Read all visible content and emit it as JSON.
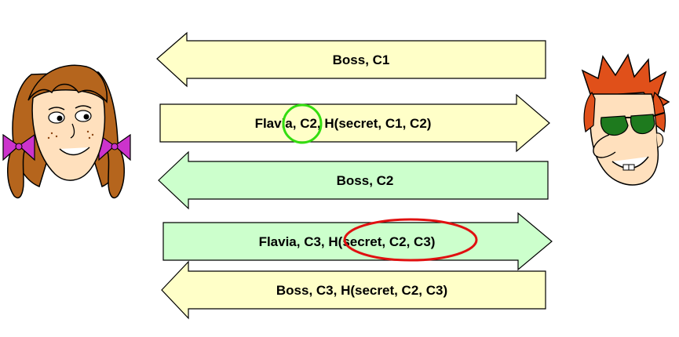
{
  "colors": {
    "yellow": "#ffffc8",
    "green": "#ccffcc",
    "outline": "#000000",
    "highlight_green": "#33dd11",
    "highlight_red": "#e01010"
  },
  "characters": {
    "left": {
      "icon": "girl-face-icon"
    },
    "right": {
      "icon": "boy-face-sunglasses-icon"
    }
  },
  "messages": [
    {
      "label": "Boss, C1",
      "direction": "left",
      "fill": "yellow"
    },
    {
      "label": "Flavia, C2, H(secret, C1, C2)",
      "direction": "right",
      "fill": "yellow"
    },
    {
      "label": "Boss, C2",
      "direction": "left",
      "fill": "green"
    },
    {
      "label": "Flavia, C3, H(secret, C2, C3)",
      "direction": "right",
      "fill": "green"
    },
    {
      "label": "Boss, C3, H(secret, C2, C3)",
      "direction": "left",
      "fill": "yellow"
    }
  ],
  "highlights": [
    {
      "target": "C2",
      "message": 1,
      "color": "highlight_green",
      "shape": "circle"
    },
    {
      "target": "H(secret, C2, C3)",
      "message": 3,
      "color": "highlight_red",
      "shape": "ellipse"
    }
  ]
}
